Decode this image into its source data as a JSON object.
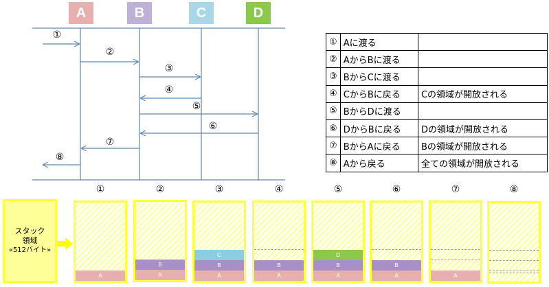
{
  "columns": [
    {
      "label": "A",
      "color": "#e6b0b0"
    },
    {
      "label": "B",
      "color": "#bfb0d8"
    },
    {
      "label": "C",
      "color": "#a8d8e6"
    },
    {
      "label": "D",
      "color": "#8cc84a"
    }
  ],
  "sequence_labels": [
    "①",
    "②",
    "③",
    "④",
    "⑤",
    "⑥",
    "⑦",
    "⑧"
  ],
  "steps": [
    {
      "num": "①",
      "action": "Aに渡る",
      "note": ""
    },
    {
      "num": "②",
      "action": "AからBに渡る",
      "note": ""
    },
    {
      "num": "③",
      "action": "BからCに渡る",
      "note": ""
    },
    {
      "num": "④",
      "action": "CからBに戻る",
      "note": "Cの領域が開放される"
    },
    {
      "num": "⑤",
      "action": "BからDに渡る",
      "note": ""
    },
    {
      "num": "⑥",
      "action": "DからBに戻る",
      "note": "Dの領域が開放される"
    },
    {
      "num": "⑦",
      "action": "BからAに戻る",
      "note": "Bの領域が開放される"
    },
    {
      "num": "⑧",
      "action": "Aから戻る",
      "note": "全ての領域が開放される"
    }
  ],
  "stack_label": {
    "line1": "スタック",
    "line2": "領域",
    "line3": "«512バイト»"
  },
  "stack_captions": [
    "①",
    "②",
    "③",
    "④",
    "⑤",
    "⑥",
    "⑦",
    "⑧"
  ],
  "stack_states": [
    [
      "A"
    ],
    [
      "A",
      "B"
    ],
    [
      "A",
      "B",
      "C"
    ],
    [
      "A",
      "B"
    ],
    [
      "A",
      "B",
      "D"
    ],
    [
      "A",
      "B"
    ],
    [
      "A"
    ],
    []
  ],
  "layer_colors": {
    "A": "#e6b0b0",
    "B": "#a98fc8",
    "C": "#8ccde0",
    "D": "#8cc84a"
  },
  "arrow_color": "#5b86b8",
  "arrow_right_color": "#ffff00"
}
